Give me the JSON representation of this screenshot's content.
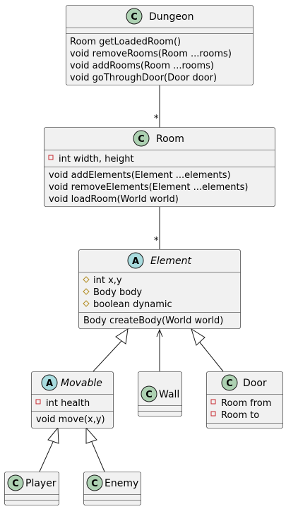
{
  "colors": {
    "class_badge": "#add1b2",
    "abstract_badge": "#a9dcdf",
    "box_fill": "#f1f1f1",
    "line": "#181818",
    "private_marker": "#c82930",
    "protected_marker": "#b38d22"
  },
  "classes": {
    "dungeon": {
      "badge": "C",
      "name": "Dungeon",
      "methods": [
        "Room getLoadedRoom()",
        "void removeRooms(Room ...rooms)",
        "void addRooms(Room ...rooms)",
        "void goThroughDoor(Door door)"
      ]
    },
    "room": {
      "badge": "C",
      "name": "Room",
      "fields": [
        "int width, height"
      ],
      "methods": [
        "void addElements(Element ...elements)",
        "void removeElements(Element ...elements)",
        "void loadRoom(World world)"
      ]
    },
    "element": {
      "badge": "A",
      "name": "Element",
      "fields": [
        "int x,y",
        "Body body",
        "boolean dynamic"
      ],
      "methods": [
        "Body createBody(World world)"
      ]
    },
    "movable": {
      "badge": "A",
      "name": "Movable",
      "fields": [
        "int health"
      ],
      "methods": [
        "void move(x,y)"
      ]
    },
    "wall": {
      "badge": "C",
      "name": "Wall"
    },
    "door": {
      "badge": "C",
      "name": "Door",
      "fields": [
        "Room from",
        "Room to"
      ]
    },
    "player": {
      "badge": "C",
      "name": "Player"
    },
    "enemy": {
      "badge": "C",
      "name": "Enemy"
    }
  },
  "relations": {
    "dungeon_room_multiplicity": "*",
    "room_element_multiplicity": "*"
  },
  "visibility": {
    "private": "-",
    "protected": "◇"
  }
}
